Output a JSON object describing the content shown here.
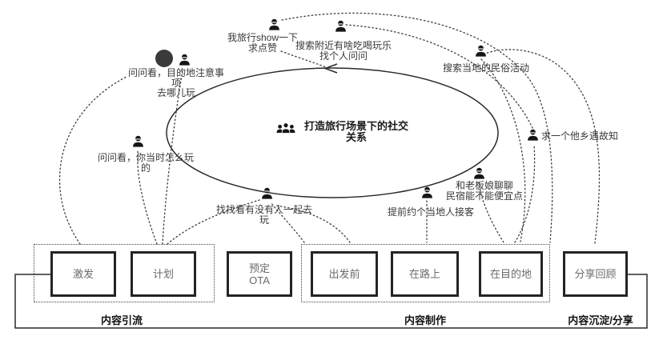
{
  "diagram_title": "打造旅行场景下的社交关系",
  "center": {
    "icon": "group-icon",
    "line1": "打造旅行场景下的社交",
    "line2": "关系"
  },
  "personas": {
    "show_like": {
      "icon": "person-icon",
      "lines": [
        "我旅行show一下",
        "求点赞"
      ]
    },
    "search_nearby": {
      "icon": "person-icon",
      "lines": [
        "搜索附近有啥吃喝玩乐",
        "找个人问问"
      ]
    },
    "ask_destination": {
      "icon": "person-icon",
      "lines": [
        "问问看，目的地注意事",
        "项",
        "去哪儿玩"
      ]
    },
    "ask_experience": {
      "icon": "person-icon",
      "lines": [
        "问问看，你当时怎么玩",
        "的"
      ]
    },
    "find_companion": {
      "icon": "person-icon",
      "lines": [
        "找找看有没有人一起去",
        "玩"
      ]
    },
    "book_local": {
      "icon": "person-icon",
      "lines": [
        "提前约个当地人接客"
      ]
    },
    "bargain_host": {
      "icon": "person-icon",
      "lines": [
        "和老板娘聊聊",
        "民宿能不能便宜点"
      ]
    },
    "meet_friend": {
      "icon": "person-icon",
      "lines": [
        "求一个他乡遇故知"
      ]
    },
    "search_folk": {
      "icon": "person-icon",
      "lines": [
        "搜索当地的民俗活动"
      ]
    }
  },
  "stages": {
    "jifa": "激发",
    "jihua": "计划",
    "yuding_l1": "预定",
    "yuding_l2": "OTA",
    "chufaqian": "出发前",
    "zailushang": "在路上",
    "zaimudidi": "在目的地",
    "fenxianghuigu": "分享回顾"
  },
  "groups": {
    "yinliu": "内容引流",
    "zhizuo": "内容制作",
    "chendian": "内容沉淀/分享"
  },
  "colors": {
    "background": "#ffffff",
    "solid_line": "#2a2a2a",
    "dotted_line": "#3e3e3e",
    "stage_border": "#242424",
    "stage_text": "#6b6b6b",
    "persona_text": "#3a3a3a",
    "title_text": "#1a1a1a"
  }
}
